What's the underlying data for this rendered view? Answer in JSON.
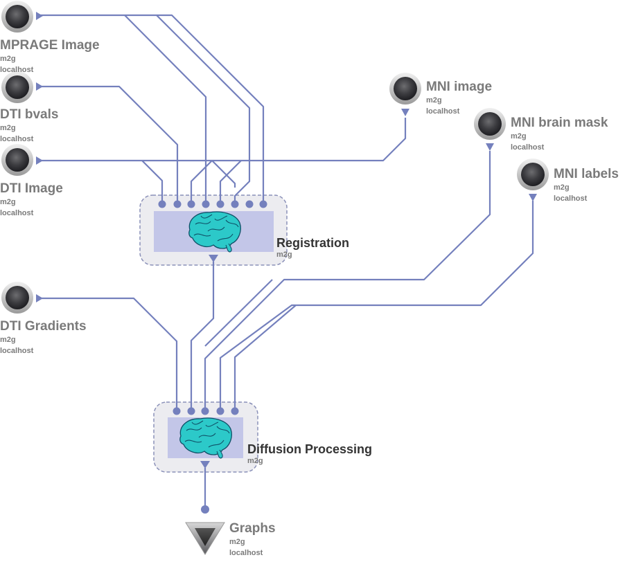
{
  "inputs": [
    {
      "title": "MPRAGE Image",
      "sub1": "m2g",
      "sub2": "localhost"
    },
    {
      "title": "DTI bvals",
      "sub1": "m2g",
      "sub2": "localhost"
    },
    {
      "title": "DTI Image",
      "sub1": "m2g",
      "sub2": "localhost"
    },
    {
      "title": "DTI Gradients",
      "sub1": "m2g",
      "sub2": "localhost"
    },
    {
      "title": "MNI image",
      "sub1": "m2g",
      "sub2": "localhost"
    },
    {
      "title": "MNI brain mask",
      "sub1": "m2g",
      "sub2": "localhost"
    },
    {
      "title": "MNI labels",
      "sub1": "m2g",
      "sub2": "localhost"
    }
  ],
  "processes": [
    {
      "title": "Registration",
      "sub": "m2g"
    },
    {
      "title": "Diffusion Processing",
      "sub": "m2g"
    }
  ],
  "output": {
    "title": "Graphs",
    "sub1": "m2g",
    "sub2": "localhost"
  },
  "colors": {
    "wire": "#7480bd",
    "node_fill": "#c3c6e8",
    "box_fill": "#ececf0",
    "label": "#7a7a7a"
  }
}
